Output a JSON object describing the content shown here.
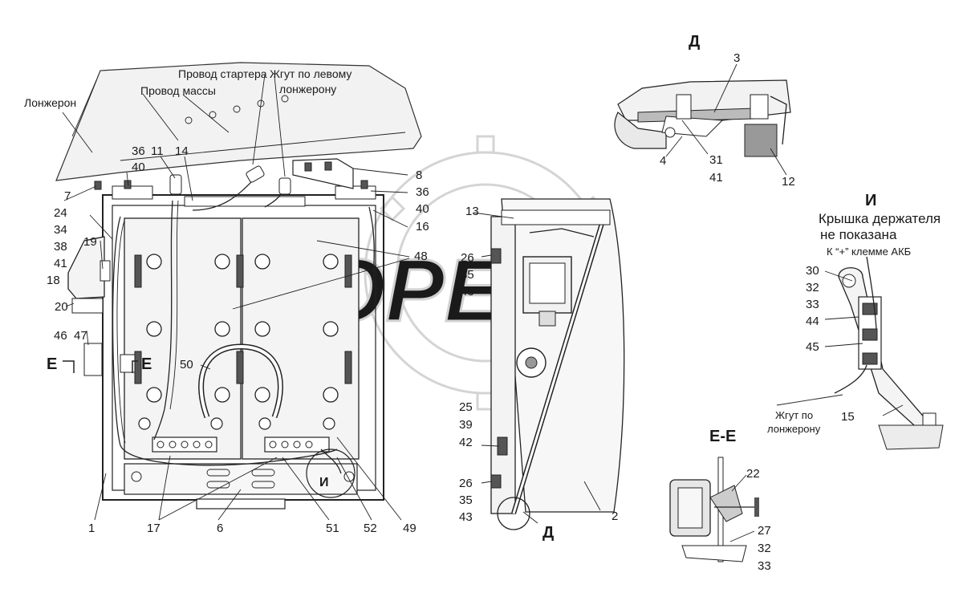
{
  "labels": {
    "lonzheron": "Лонжерон",
    "provod_massy": "Провод массы",
    "provod_startera": "Провод стартера",
    "zhgut_left_1": "Жгут по левому",
    "zhgut_left_2": "лонжерону",
    "note_I_1": "Крышка держателя",
    "note_I_2": "не показана",
    "k_plus": "К “+” клемме АКБ",
    "zhgut_po_1": "Жгут по",
    "zhgut_po_2": "лонжерону"
  },
  "section_marks": {
    "D_top": "Д",
    "D_bottom": "Д",
    "I_top": "И",
    "I_small": "И",
    "EE": "Е-Е",
    "E_left": "Е",
    "E_right": "Е"
  },
  "callouts": {
    "c1": "1",
    "c2": "2",
    "c3": "3",
    "c4": "4",
    "c6": "6",
    "c7": "7",
    "c8": "8",
    "c11": "11",
    "c12": "12",
    "c13": "13",
    "c14": "14",
    "c15": "15",
    "c16": "16",
    "c17": "17",
    "c18": "18",
    "c19": "19",
    "c20": "20",
    "c22": "22",
    "c24": "24",
    "c25": "25",
    "c26a": "26",
    "c26b": "26",
    "c27": "27",
    "c30": "30",
    "c31": "31",
    "c32a": "32",
    "c32b": "32",
    "c33a": "33",
    "c33b": "33",
    "c34": "34",
    "c35a": "35",
    "c35b": "35",
    "c36a": "36",
    "c36b": "36",
    "c38": "38",
    "c39": "39",
    "c40a": "40",
    "c40b": "40",
    "c41a": "41",
    "c41b": "41",
    "c42": "42",
    "c43a": "43",
    "c43b": "43",
    "c44": "44",
    "c45": "45",
    "c46": "46",
    "c47": "47",
    "c48": "48",
    "c49": "49",
    "c50": "50",
    "c51": "51",
    "c52": "52"
  },
  "watermark": "OPEX"
}
